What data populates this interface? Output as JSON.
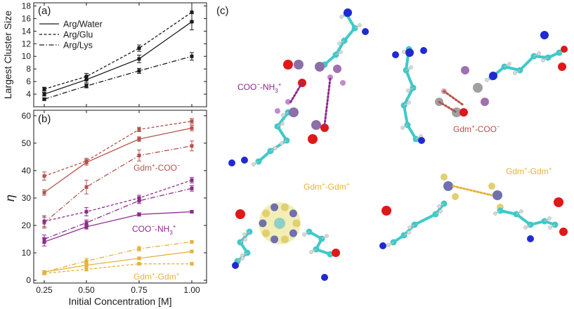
{
  "colors": {
    "black": "#1a1a1a",
    "salt_bridge": "#b5524c",
    "coo_nh3": "#8c2a8c",
    "gdm_gdm": "#e6b23c",
    "carbon": "#3fc9c9",
    "nitrogen": "#1f2bd0",
    "oxygen": "#e01818",
    "hydrogen": "#d8d8d8",
    "stack": "#e8e07a"
  },
  "chart_data": [
    {
      "type": "line",
      "panel_label": "(a)",
      "title": "",
      "xlabel": "",
      "ylabel": "Largest Cluster Size",
      "x": [
        0.25,
        0.5,
        0.75,
        1.0
      ],
      "xticks": [
        "",
        "",
        "",
        ""
      ],
      "ylim": [
        2,
        18.5
      ],
      "yticks": [
        "4",
        "6",
        "8",
        "10",
        "12",
        "14",
        "16",
        "18"
      ],
      "legend": "top-left",
      "series": [
        {
          "name": "Arg/Water",
          "dash": "solid",
          "values": [
            4.0,
            6.3,
            9.6,
            15.5
          ],
          "errors": [
            0.3,
            0.5,
            0.6,
            1.3
          ]
        },
        {
          "name": "Arg/Glu",
          "dash": "dashed",
          "values": [
            4.8,
            6.8,
            11.3,
            17.0
          ],
          "errors": [
            0.3,
            0.5,
            0.5,
            1.5
          ]
        },
        {
          "name": "Arg/Lys",
          "dash": "dashdot",
          "values": [
            3.2,
            5.3,
            7.7,
            10.0
          ],
          "errors": [
            0.2,
            0.3,
            0.4,
            0.6
          ]
        }
      ]
    },
    {
      "type": "line",
      "panel_label": "(b)",
      "title": "",
      "xlabel": "Initial Concentration [M]",
      "ylabel": "η",
      "x": [
        0.25,
        0.5,
        0.75,
        1.0
      ],
      "xticks": [
        "0.25",
        "0.50",
        "0.75",
        "1.00"
      ],
      "ylim": [
        -1,
        62
      ],
      "yticks": [
        "0",
        "10",
        "20",
        "30",
        "40",
        "50",
        "60"
      ],
      "annotations": [
        {
          "text_main": "Gdm",
          "text_sup1": "+",
          "text_mid": "-COO",
          "text_sup2": "−",
          "color": "#b5524c"
        },
        {
          "text_main": "COO",
          "text_sup1": "−",
          "text_mid": "-NH",
          "text_sub": "3",
          "text_sup2": "+",
          "color": "#8c2a8c"
        },
        {
          "text_main": "Gdm",
          "text_sup1": "+",
          "text_mid": "-Gdm",
          "text_sup2": "+",
          "color": "#e6b23c"
        }
      ],
      "series": [
        {
          "group": "Gdm+-COO−",
          "dash": "solid",
          "color": "#b5524c",
          "values": [
            32,
            43,
            51.5,
            55.5
          ],
          "errors": [
            1.0,
            1.0,
            0.8,
            1.0
          ]
        },
        {
          "group": "Gdm+-COO−",
          "dash": "dashed",
          "color": "#b5524c",
          "values": [
            38,
            43.5,
            55,
            58
          ],
          "errors": [
            1.5,
            1.0,
            0.8,
            1.0
          ]
        },
        {
          "group": "Gdm+-COO−",
          "dash": "dashdot",
          "color": "#b5524c",
          "values": [
            21,
            34,
            45.5,
            49
          ],
          "errors": [
            2.0,
            2.5,
            2.0,
            1.8
          ]
        },
        {
          "group": "COO−-NH3+",
          "dash": "solid",
          "color": "#8c2a8c",
          "values": [
            14,
            19.5,
            24,
            25
          ],
          "errors": [
            1.5,
            0.8,
            0.6,
            0.5
          ]
        },
        {
          "group": "COO−-NH3+",
          "dash": "dashed",
          "color": "#8c2a8c",
          "values": [
            21.5,
            25,
            30,
            36.5
          ],
          "errors": [
            2.0,
            1.5,
            1.0,
            1.0
          ]
        },
        {
          "group": "COO−-NH3+",
          "dash": "dashdot",
          "color": "#8c2a8c",
          "values": [
            15,
            21,
            29,
            33.5
          ],
          "errors": [
            1.5,
            1.0,
            1.0,
            1.0
          ]
        },
        {
          "group": "Gdm+-Gdm+",
          "dash": "solid",
          "color": "#e6b23c",
          "values": [
            3,
            5.5,
            8,
            10.5
          ],
          "errors": [
            0.5,
            0.8,
            0.5,
            0.5
          ]
        },
        {
          "group": "Gdm+-Gdm+",
          "dash": "dashed",
          "color": "#e6b23c",
          "values": [
            2.5,
            4,
            6,
            6
          ],
          "errors": [
            0.5,
            0.6,
            0.4,
            0.4
          ]
        },
        {
          "group": "Gdm+-Gdm+",
          "dash": "dashdot",
          "color": "#e6b23c",
          "values": [
            3,
            7,
            11.5,
            14
          ],
          "errors": [
            0.5,
            1.0,
            0.8,
            0.5
          ]
        }
      ]
    }
  ],
  "panel_c": {
    "label": "(c)",
    "captions": [
      {
        "text_main": "COO",
        "text_sup1": "−",
        "text_mid": "-NH",
        "text_sub": "3",
        "text_sup2": "+",
        "color": "#8c2a8c"
      },
      {
        "text_main": "Gdm",
        "text_sup1": "+",
        "text_mid": "-COO",
        "text_sup2": "−",
        "color": "#b5524c"
      },
      {
        "text_main": "Gdm",
        "text_sup1": "+",
        "text_mid": "-Gdm",
        "text_sup2": "+",
        "color": "#e6b23c"
      },
      {
        "text_main": "Gdm",
        "text_sup1": "+",
        "text_mid": "-Gdm",
        "text_sup2": "+",
        "color": "#e6b23c"
      }
    ]
  }
}
